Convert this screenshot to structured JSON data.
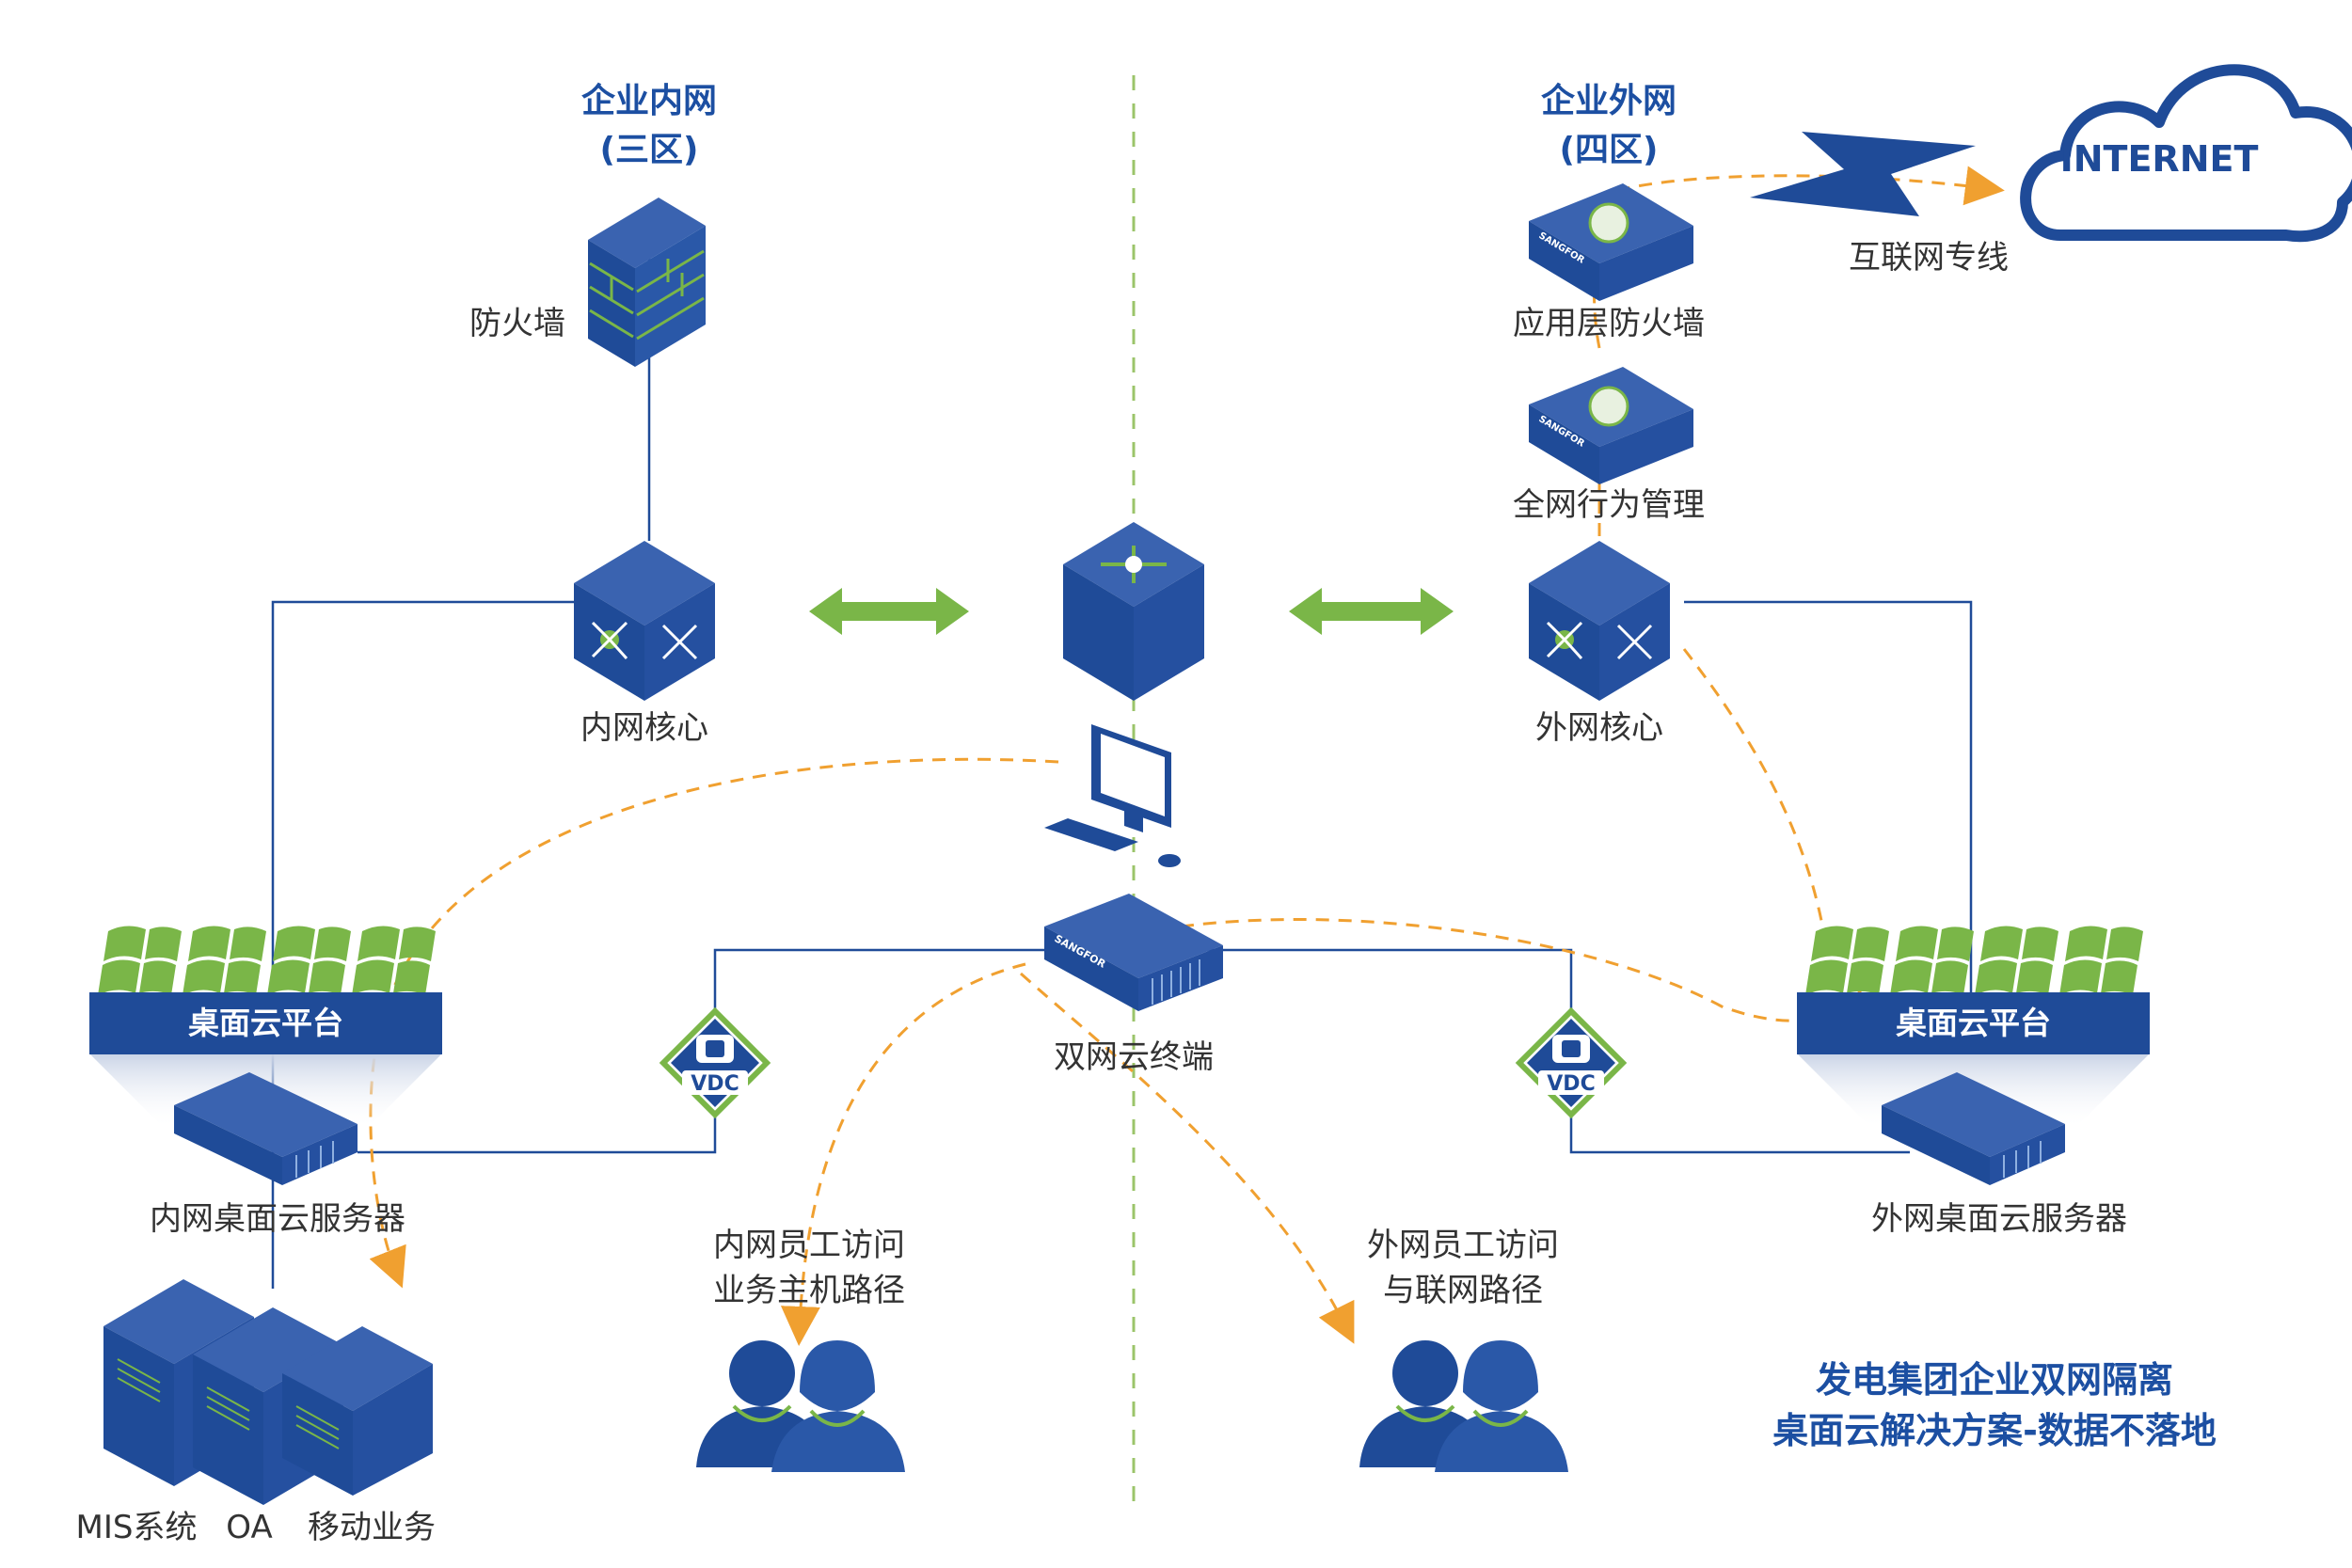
{
  "zones": {
    "intranet_title": "企业内网",
    "intranet_sub": "(三区)",
    "extranet_title": "企业外网",
    "extranet_sub": "(四区)"
  },
  "internet": "INTERNET",
  "devices": {
    "firewall": "防火墙",
    "inner_core": "内网核心",
    "outer_core": "外网核心",
    "app_firewall": "应用层防火墙",
    "behavior_mgmt": "全网行为管理",
    "dedicated_line": "互联网专线",
    "dual_terminal": "双网云终端",
    "inner_platform": "桌面云平台",
    "outer_platform": "桌面云平台",
    "inner_server": "内网桌面云服务器",
    "outer_server": "外网桌面云服务器",
    "vdc_left": "VDC",
    "vdc_right": "VDC",
    "vendor_mark": "SANGFOR"
  },
  "business": {
    "mis": "MIS系统",
    "oa": "OA",
    "mobile": "移动业务"
  },
  "paths": {
    "inner_line1": "内网员工访问",
    "inner_line2": "业务主机路径",
    "outer_line1": "外网员工访问",
    "outer_line2": "与联网路径"
  },
  "caption": {
    "line1": "发电集团企业双网隔离",
    "line2": "桌面云解决方案-数据不落地"
  },
  "colors": {
    "brand_blue": "#1f4b98",
    "accent_green": "#7ab648",
    "dash_orange": "#f0a030",
    "line_blue": "#1f4b98"
  }
}
